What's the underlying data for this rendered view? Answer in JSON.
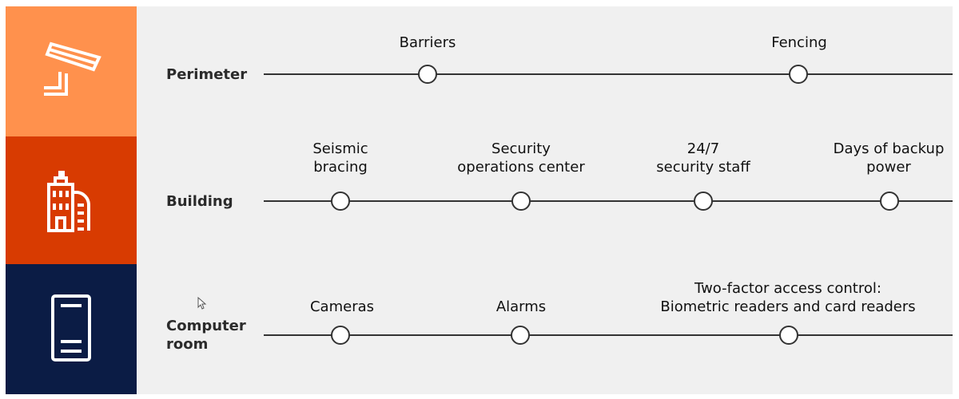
{
  "colors": {
    "perimeter": "#ff914d",
    "building": "#d83b01",
    "computer_room": "#0b1c45",
    "background": "#f0f0f0",
    "line": "#333333"
  },
  "rows": [
    {
      "label": "Perimeter",
      "icon": "security-camera-icon",
      "items": [
        "Barriers",
        "Fencing"
      ]
    },
    {
      "label": "Building",
      "icon": "building-icon",
      "items": [
        [
          "Seismic",
          "bracing"
        ],
        [
          "Security",
          "operations center"
        ],
        [
          "24/7",
          "security staff"
        ],
        [
          "Days of backup",
          "power"
        ]
      ]
    },
    {
      "label": [
        "Computer",
        "room"
      ],
      "icon": "server-icon",
      "items": [
        "Cameras",
        "Alarms",
        [
          "Two-factor access control:",
          "Biometric readers and card readers"
        ]
      ]
    }
  ]
}
